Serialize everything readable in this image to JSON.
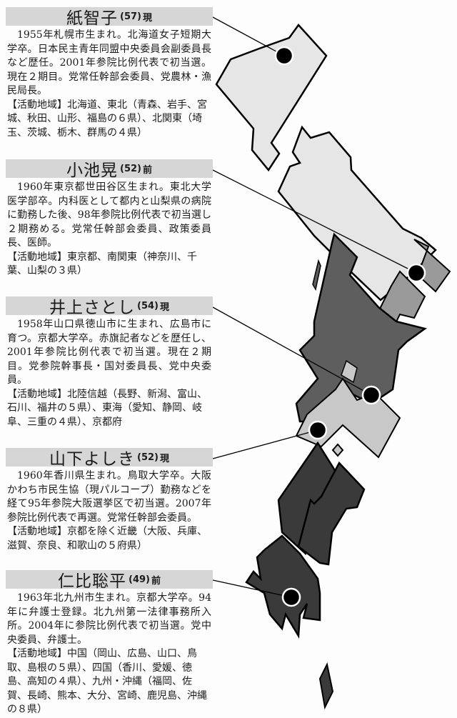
{
  "profiles": [
    {
      "name": "紙智子",
      "age": "(57)",
      "status": "現",
      "bio": "1955年札幌市生まれ。北海道女子短期大学卒。日本民主青年同盟中央委員会副委員長など歴任。2001年参院比例代表で初当選。現在２期目。党常任幹部会委員、党農林・漁民局長。",
      "region": "【活動地域】北海道、東北（青森、岩手、宮城、秋田、山形、福島の６県）、北関東（埼玉、茨城、栃木、群馬の４県）"
    },
    {
      "name": "小池晃",
      "age": "(52)",
      "status": "前",
      "bio": "1960年東京都世田谷区生まれ。東北大学医学部卒。内科医として都内と山梨県の病院に勤務した後、98年参院比例代表で初当選し２期務める。党常任幹部会委員、政策委員長、医師。",
      "region": "【活動地域】東京都、南関東（神奈川、千葉、山梨の３県）"
    },
    {
      "name": "井上さとし",
      "age": "(54)",
      "status": "現",
      "bio": "1958年山口県徳山市に生まれ、広島市に育つ。京都大学卒。赤旗記者などを歴任し、2001年参院比例代表で初当選。現在２期目。党参院幹事長・国対委員長、党中央委員。",
      "region": "【活動地域】北陸信越（長野、新潟、富山、石川、福井の５県）、東海（愛知、静岡、岐阜、三重の４県）、京都府"
    },
    {
      "name": "山下よしき",
      "age": "(52)",
      "status": "現",
      "bio": "1960年香川県生まれ。鳥取大学卒。大阪かわち市民生協（現パルコープ）勤務などを経て95年参院大阪選挙区で初当選。2007年参院比例代表で再選。党常任幹部会委員。",
      "region": "【活動地域】京都を除く近畿（大阪、兵庫、滋賀、奈良、和歌山の５府県）"
    },
    {
      "name": "仁比聡平",
      "age": "(49)",
      "status": "前",
      "bio": "1963年北九州市生まれ。京都大学卒。94年に弁護士登録。北九州第一法律事務所入所。2004年に参院比例代表で初当選。党中央委員、弁護士。",
      "region": "【活動地域】中国（岡山、広島、山口、鳥取、島根の５県）、四国（香川、愛媛、徳島、高知の４県）、九州・沖縄（福岡、佐賀、長崎、熊本、大分、宮崎、鹿児島、沖縄の８県）"
    }
  ],
  "map": {
    "colors": {
      "light": "#e6e6e6",
      "mid_light": "#c8c8c8",
      "mid": "#9a9a9a",
      "dark": "#5e5e5e",
      "darkest": "#3a3a3a",
      "outline": "#000000",
      "header_bar": "#d6d6d6"
    }
  }
}
